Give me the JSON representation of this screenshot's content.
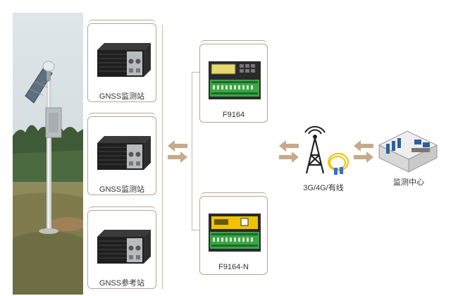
{
  "stations": [
    {
      "label": "GNSS监测站"
    },
    {
      "label": "GNSS监测站"
    },
    {
      "label": "GNSS参考站"
    }
  ],
  "devices": [
    {
      "label": "F9164"
    },
    {
      "label": "F9164-N"
    }
  ],
  "comms": {
    "label": "3G/4G/有线"
  },
  "center": {
    "label": "监测中心"
  },
  "colors": {
    "card_border": "#b8a78d",
    "arrow": "#c8a98a",
    "device_green": "#3aa646",
    "device_yellow": "#f2c200"
  }
}
